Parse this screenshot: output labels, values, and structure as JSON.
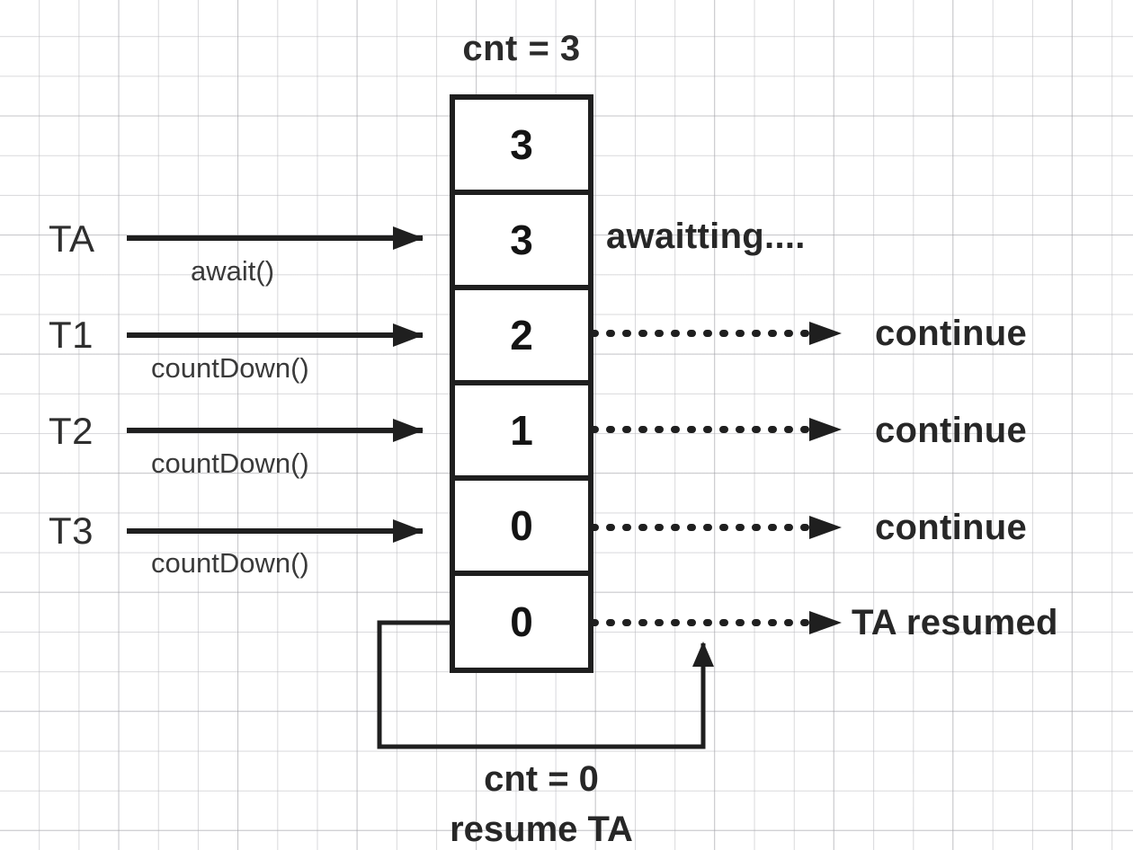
{
  "diagram": {
    "title_top": "cnt = 3",
    "bottom_caption_line1": "cnt = 0",
    "bottom_caption_line2": "resume TA",
    "stack": {
      "name": "countdown-latch-counter-column",
      "cells": [
        {
          "value": "3"
        },
        {
          "value": "3"
        },
        {
          "value": "2"
        },
        {
          "value": "1"
        },
        {
          "value": "0"
        },
        {
          "value": "0"
        }
      ]
    },
    "threads": [
      {
        "name": "TA",
        "call": "await()"
      },
      {
        "name": "T1",
        "call": "countDown()"
      },
      {
        "name": "T2",
        "call": "countDown()"
      },
      {
        "name": "T3",
        "call": "countDown()"
      }
    ],
    "outputs": [
      {
        "text": "awaitting....",
        "dotted": false
      },
      {
        "text": "continue",
        "dotted": true
      },
      {
        "text": "continue",
        "dotted": true
      },
      {
        "text": "continue",
        "dotted": true
      },
      {
        "text": "TA resumed",
        "dotted": true
      }
    ],
    "colors": {
      "stroke": "#1f1f1f",
      "text": "#2b2b2b",
      "grid_minor": "#b9b9be",
      "grid_major": "#96969b",
      "background": "#ffffff"
    }
  }
}
